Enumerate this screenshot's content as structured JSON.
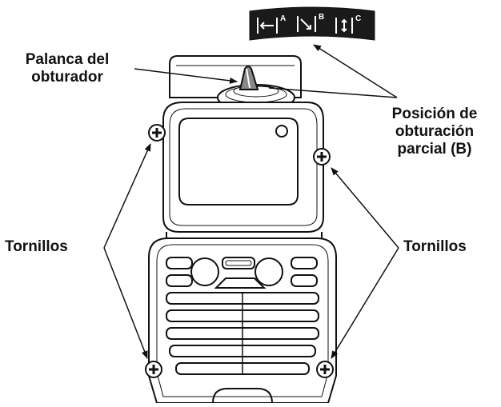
{
  "labels": {
    "lever": [
      "Palanca del",
      "obturador"
    ],
    "position": [
      "Posición de",
      "obturación",
      "parcial (B)"
    ],
    "screws_left": "Tornillos",
    "screws_right": "Tornillos"
  },
  "selector_plate": {
    "positions": [
      "A",
      "B",
      "C"
    ],
    "background_color": "#1a1a1a"
  },
  "icons": {
    "screw": "phillips-screw-icon",
    "lever": "shutter-lever-icon"
  },
  "colors": {
    "line": "#111111",
    "fill": "#ffffff"
  }
}
